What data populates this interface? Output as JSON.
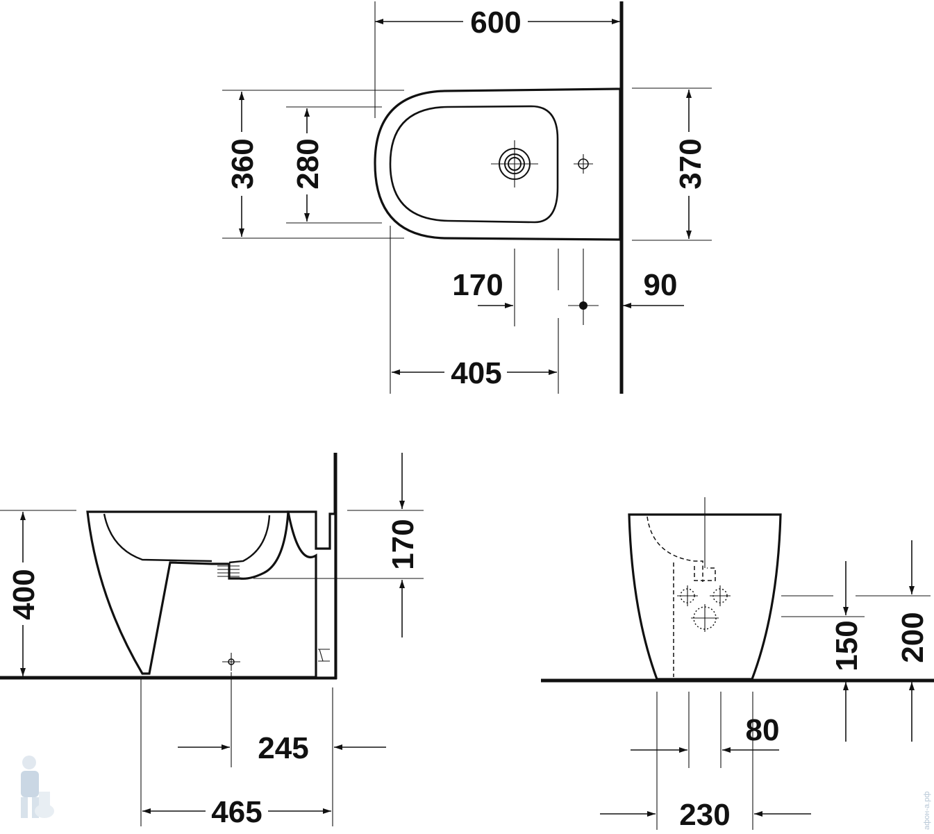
{
  "top_view": {
    "width_600": "600",
    "depth_360": "360",
    "inner_280": "280",
    "depth_370": "370",
    "offset_170": "170",
    "offset_90": "90",
    "offset_405": "405"
  },
  "side_view": {
    "height_400": "400",
    "height_170": "170",
    "offset_245": "245",
    "length_465": "465"
  },
  "front_view": {
    "height_150": "150",
    "height_200": "200",
    "offset_80": "80",
    "width_230": "230"
  },
  "watermark": {
    "text": "афон-а.рф",
    "logo": "plumber-mascot-logo"
  },
  "colors": {
    "line": "#111111",
    "background": "#ffffff",
    "watermark": "#b7c7d6"
  }
}
